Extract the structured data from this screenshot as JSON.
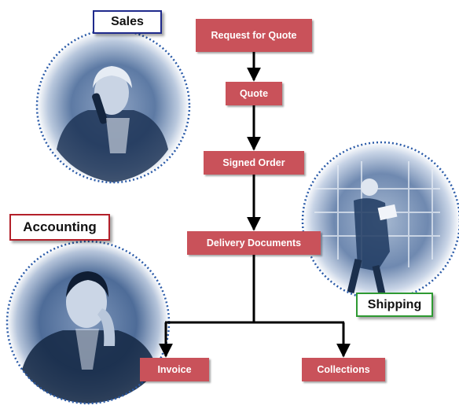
{
  "colors": {
    "box_fill": "#c9525a",
    "connector": "#000000",
    "circle_border": "#2b5ba8",
    "sales_border": "#1f2a8c",
    "accounting_border": "#b3202a",
    "shipping_border": "#2e9a32",
    "photo_tone": "#1d3f6e"
  },
  "departments": {
    "sales": {
      "label": "Sales",
      "photo_icon": "woman-on-phone-icon"
    },
    "shipping": {
      "label": "Shipping",
      "photo_icon": "worker-with-clipboard-icon"
    },
    "accounting": {
      "label": "Accounting",
      "photo_icon": "thinking-man-icon"
    }
  },
  "flow": {
    "request_for_quote": "Request for Quote",
    "quote": "Quote",
    "signed_order": "Signed Order",
    "delivery_documents": "Delivery Documents",
    "invoice": "Invoice",
    "collections": "Collections"
  }
}
